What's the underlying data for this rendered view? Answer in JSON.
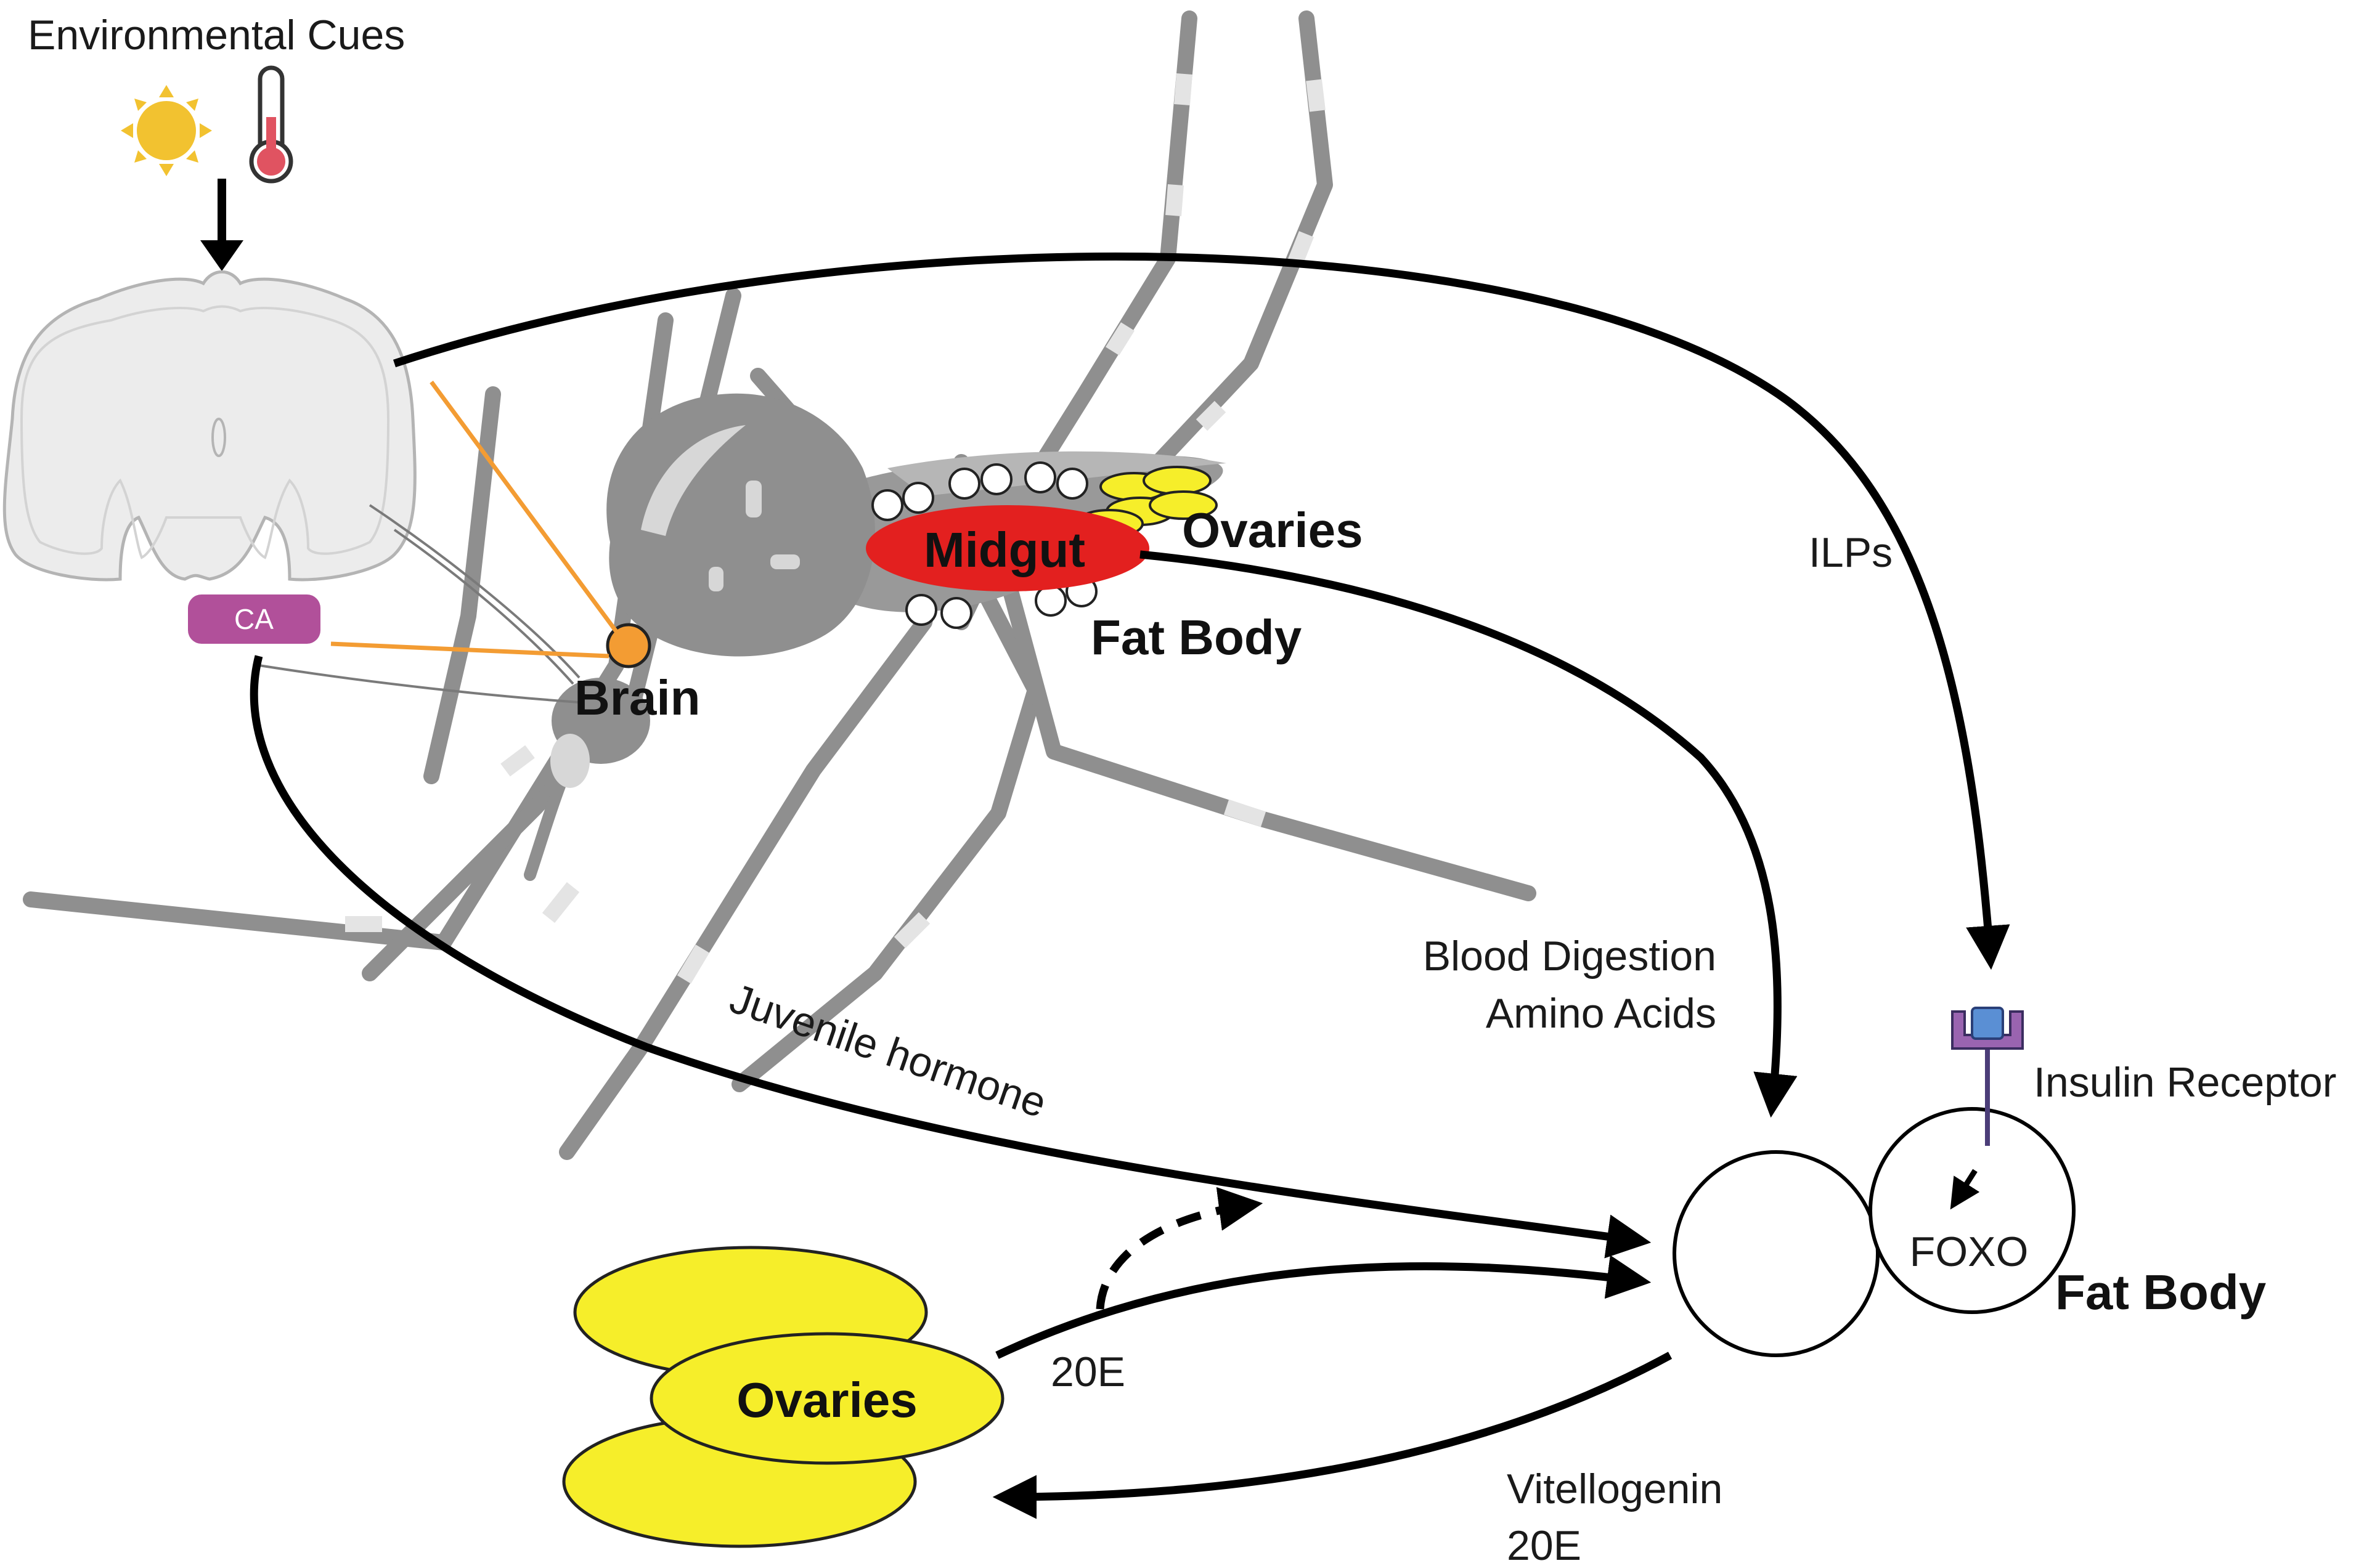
{
  "environment": {
    "label": "Environmental Cues",
    "icons": [
      "sun-icon",
      "thermometer-icon"
    ]
  },
  "brain_panel": {
    "ca_label": "CA"
  },
  "mosquito_labels": {
    "midgut": "Midgut",
    "ovaries": "Ovaries",
    "fat_body": "Fat Body",
    "brain": "Brain"
  },
  "pathways": {
    "ilps": "ILPs",
    "juvenile_hormone": "Juvenile hormone",
    "blood_digestion_line1": "Blood Digestion",
    "blood_digestion_line2": "Amino Acids",
    "insulin_receptor": "Insulin Receptor",
    "foxo": "FOXO",
    "fat_body": "Fat Body",
    "ovaries": "Ovaries",
    "twenty_e": "20E",
    "vitellogenin_line1": "Vitellogenin",
    "vitellogenin_line2": "20E"
  },
  "colors": {
    "orange_leader": "#f39c33",
    "ca_box": "#b1509a",
    "midgut": "#e3201f",
    "ovaries": "#f6ee2a",
    "sun": "#f2c230",
    "thermometer_bulb": "#e05361",
    "receptor_purple": "#9a64b0",
    "receptor_blue": "#5a8fd4",
    "mosquito_grey": "#8f8f8f",
    "brain_fill": "#ececec"
  }
}
